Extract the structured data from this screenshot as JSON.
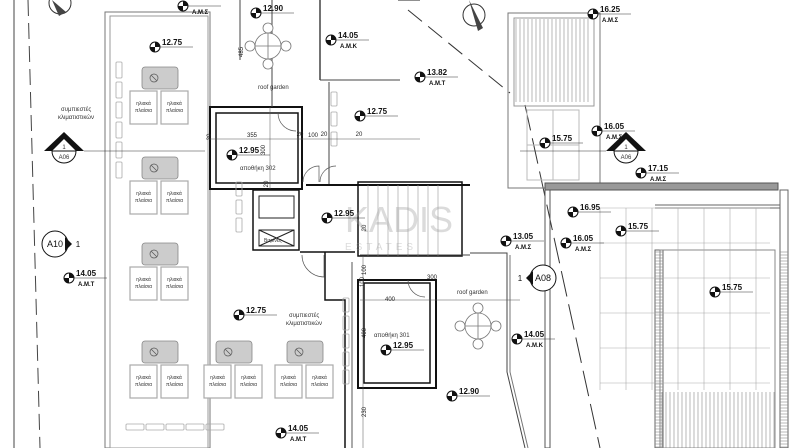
{
  "drawing": {
    "labels": {
      "roof_garden": "roof garden",
      "compressors": [
        "συμπιεστές",
        "κλιματιστικών"
      ],
      "solar_panel": [
        "ηλιακά",
        "πλαίσια"
      ],
      "storage_302": "αποθήκη 302",
      "storage_301": "αποθήκη 301",
      "wc_room": "Βιτρίνες"
    },
    "levels": [
      {
        "value": "",
        "sub": "Α.Μ.Σ"
      },
      {
        "value": "12.90",
        "sub": ""
      },
      {
        "value": "14.05",
        "sub": "Α.Μ.Κ"
      },
      {
        "value": "12.75",
        "sub": ""
      },
      {
        "value": "13.82",
        "sub": "Α.Μ.Τ"
      },
      {
        "value": "16.25",
        "sub": "Α.Μ.Σ"
      },
      {
        "value": "12.75",
        "sub": ""
      },
      {
        "value": "15.75",
        "sub": ""
      },
      {
        "value": "16.05",
        "sub": "Α.Μ.Σ"
      },
      {
        "value": "12.95",
        "sub": ""
      },
      {
        "value": "17.15",
        "sub": "Α.Μ.Σ"
      },
      {
        "value": "16.95",
        "sub": ""
      },
      {
        "value": "12.95",
        "sub": ""
      },
      {
        "value": "15.75",
        "sub": ""
      },
      {
        "value": "13.05",
        "sub": "Α.Μ.Σ"
      },
      {
        "value": "16.05",
        "sub": "Α.Μ.Σ"
      },
      {
        "value": "14.05",
        "sub": "Α.Μ.Τ"
      },
      {
        "value": "12.75",
        "sub": ""
      },
      {
        "value": "15.75",
        "sub": ""
      },
      {
        "value": "14.05",
        "sub": "Α.Μ.Κ"
      },
      {
        "value": "12.95",
        "sub": ""
      },
      {
        "value": "12.90",
        "sub": ""
      },
      {
        "value": "14.05",
        "sub": "Α.Μ.Τ"
      }
    ],
    "sections": [
      {
        "num": "1",
        "sheet": "A06"
      },
      {
        "num": "1",
        "sheet": "A06"
      },
      {
        "num": "1",
        "sheet": "A10"
      },
      {
        "num": "1",
        "sheet": "A08"
      }
    ],
    "dimensions": [
      "355",
      "100",
      "20",
      "20",
      "20",
      "300",
      "485",
      "400",
      "100",
      "300",
      "400",
      "230",
      "20",
      "20",
      "100",
      "20"
    ],
    "watermark": [
      "KADIS",
      "ESTATES"
    ]
  }
}
